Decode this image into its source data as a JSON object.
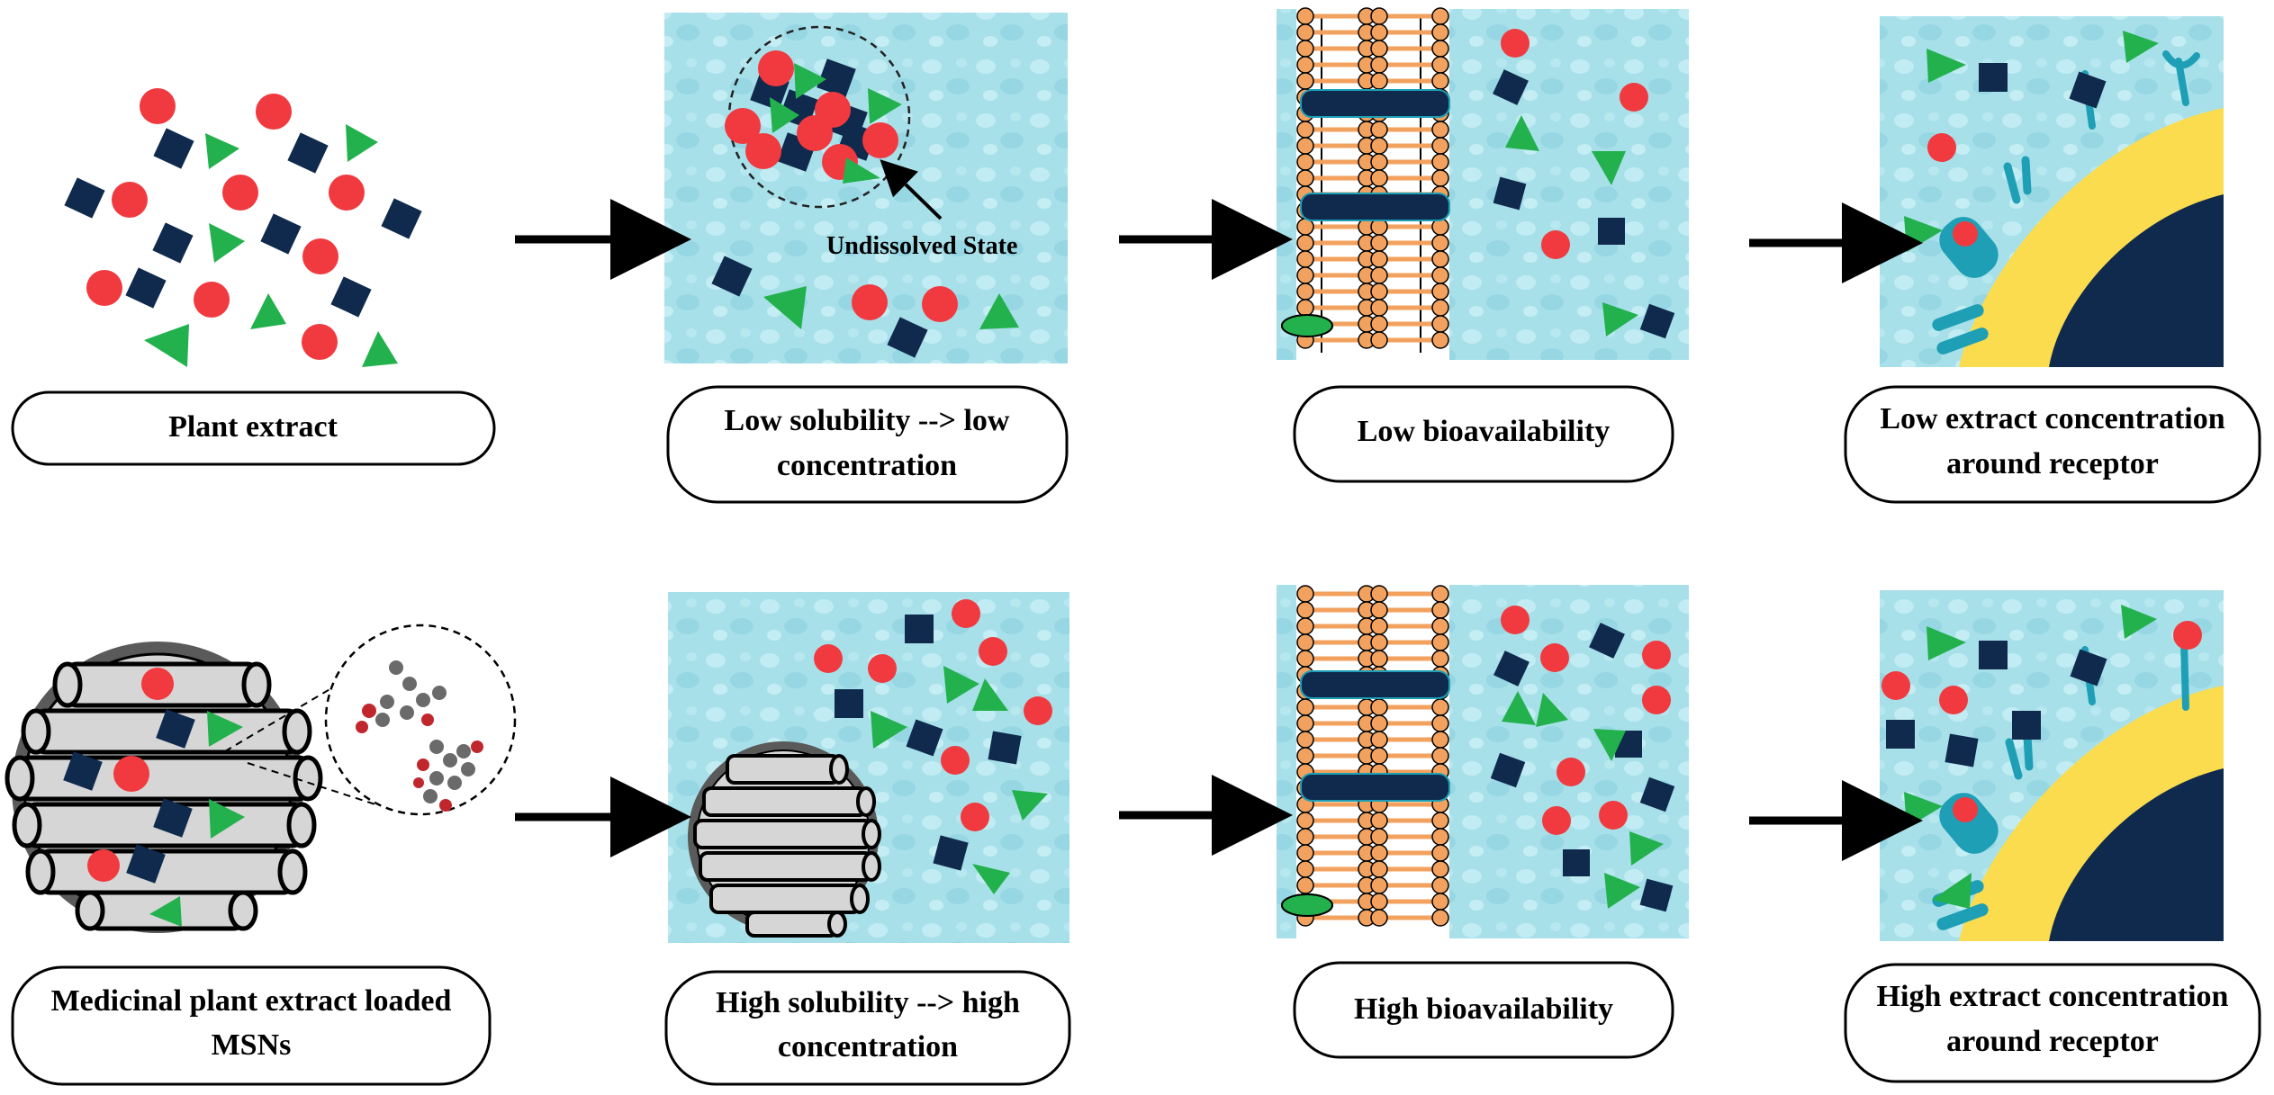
{
  "title": "",
  "rows": [
    {
      "steps": [
        {
          "lines": [
            "Plant extract"
          ]
        },
        {
          "lines": [
            "Low solubility --> low",
            "concentration"
          ]
        },
        {
          "lines": [
            "Low bioavailability"
          ]
        },
        {
          "lines": [
            "Low extract concentration",
            "around receptor"
          ]
        }
      ]
    },
    {
      "steps": [
        {
          "lines": [
            "Medicinal plant extract loaded",
            "MSNs"
          ]
        },
        {
          "lines": [
            "High solubility --> high",
            "concentration"
          ]
        },
        {
          "lines": [
            "High bioavailability"
          ]
        },
        {
          "lines": [
            "High extract concentration",
            "around receptor"
          ]
        }
      ]
    }
  ],
  "annotations": {
    "undissolved": "Undissolved State"
  },
  "colors": {
    "molecule_red": "#f03a3f",
    "molecule_navy": "#0f2a4d",
    "molecule_green": "#22b14c",
    "water": "#a8e0ea",
    "lipid": "#f2a25e",
    "cell_surface": "#fbdc4f",
    "nucleus": "#0f2a4d",
    "receptor": "#1e9fb5",
    "msn_shell": "#5a5a5a",
    "msn_tube": "#d6d6d6"
  },
  "icons": [
    "arrow-right-icon",
    "magnifier-circle-icon",
    "lipid-bilayer-icon",
    "receptor-icon",
    "mesoporous-silica-nanoparticle-icon"
  ]
}
